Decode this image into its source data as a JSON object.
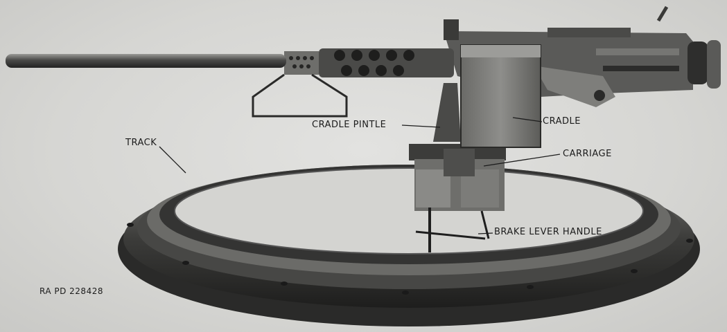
{
  "figure": {
    "callouts": {
      "track": "TRACK",
      "cradle_pintle": "CRADLE PINTLE",
      "cradle": "CRADLE",
      "carriage": "CARRIAGE",
      "brake_lever_handle": "BRAKE LEVER HANDLE"
    },
    "plate_number": "RA PD 228428"
  },
  "colors": {
    "background": "#d8d8d6",
    "metal_dark": "#2e2e2e",
    "metal_mid": "#5a5a58",
    "metal_light": "#8a8a87",
    "label_text": "#1c1c1c"
  }
}
